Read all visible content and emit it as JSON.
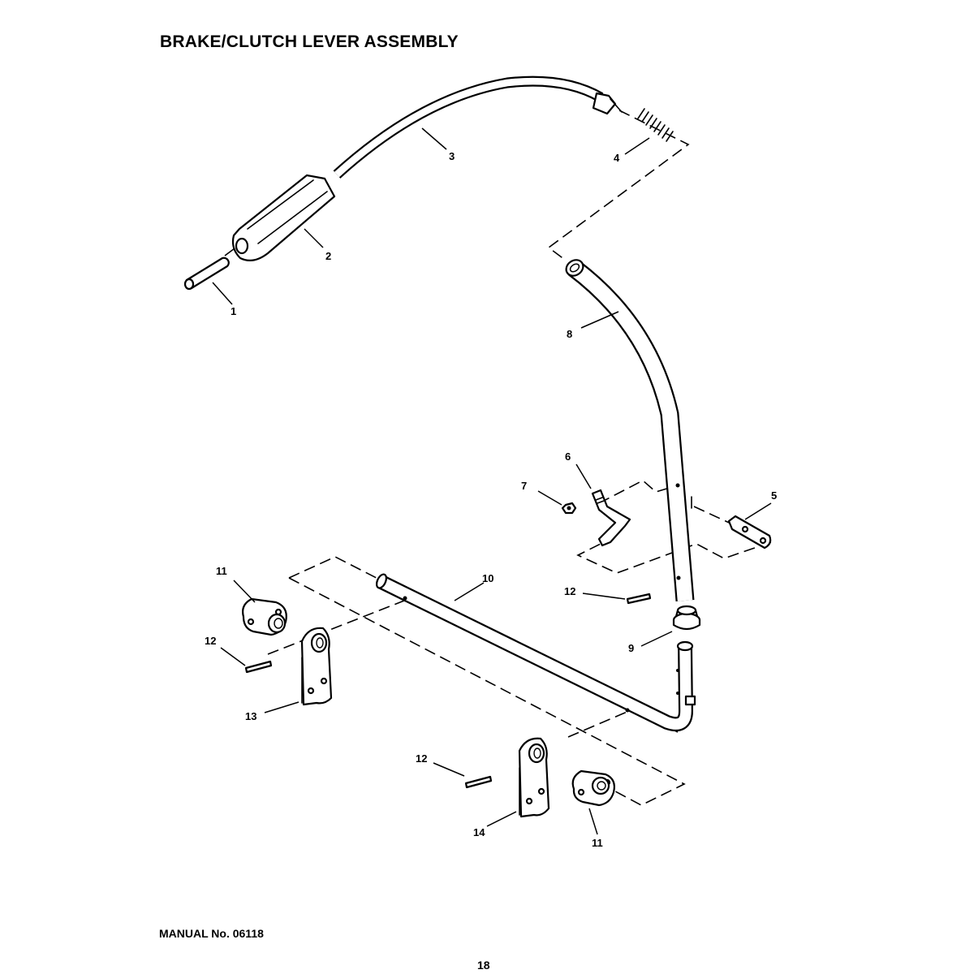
{
  "title": "BRAKE/CLUTCH LEVER ASSEMBLY",
  "footer": {
    "manual": "MANUAL No. 06118",
    "page": "18"
  },
  "callouts": [
    "1",
    "2",
    "3",
    "4",
    "5",
    "6",
    "7",
    "8",
    "9",
    "10",
    "11",
    "11",
    "12",
    "12",
    "12",
    "13",
    "14"
  ]
}
